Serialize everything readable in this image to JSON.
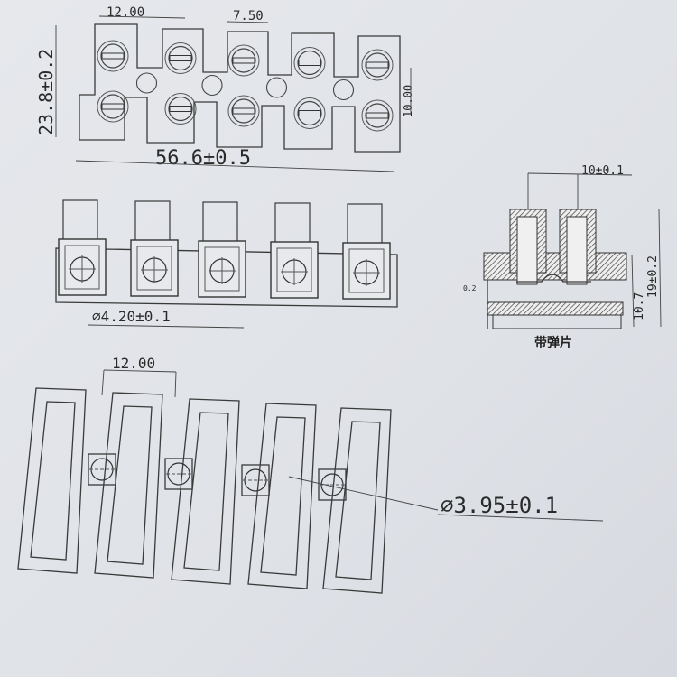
{
  "top_view": {
    "pitch_label": "12.00",
    "slot_width_label": "7.50",
    "height_label": "23.8±0.2",
    "screw_spacing_label": "10.00",
    "length_label": "56.6±0.5",
    "terminal_count": 5
  },
  "front_view": {
    "hole_diameter_label": "⌀4.20±0.1"
  },
  "section_view": {
    "screw_pitch_label": "10±0.1",
    "total_height_label": "19±0.2",
    "base_height_label": "10.7",
    "spring_thickness_label": "0.2",
    "caption": "带弹片"
  },
  "bottom_view": {
    "pitch_label": "12.00",
    "hole_diameter_label": "⌀3.95±0.1"
  }
}
